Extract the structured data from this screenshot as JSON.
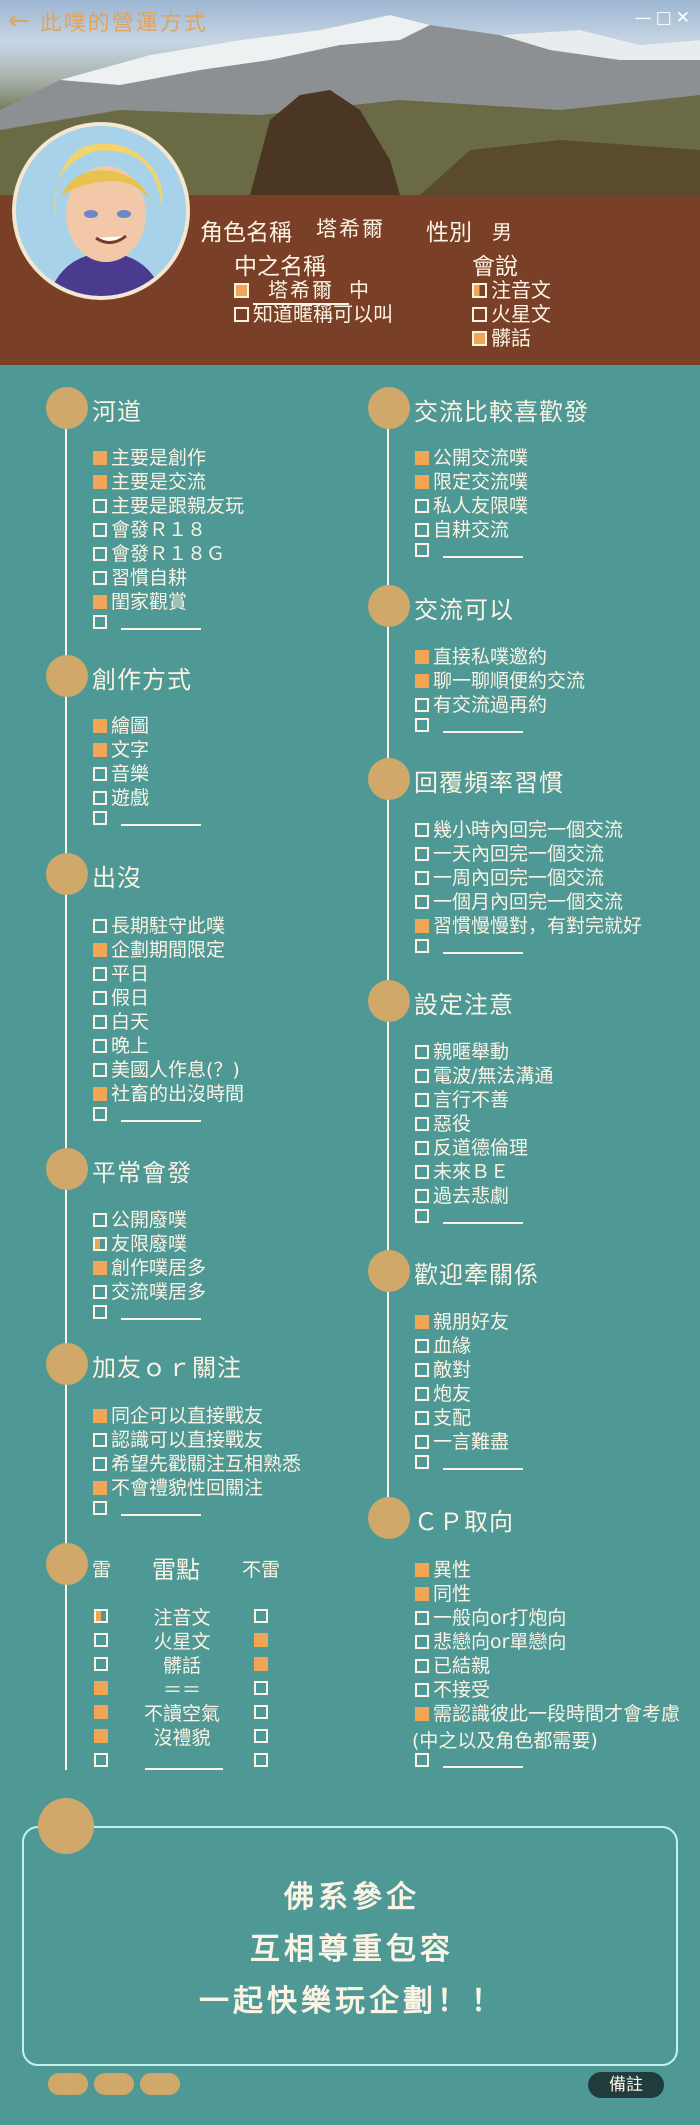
{
  "app_title": "此噗的營運方式",
  "window_controls": [
    "—",
    "□",
    "✕"
  ],
  "profile": {
    "name_label": "角色名稱",
    "name_value": "塔希爾",
    "gender_label": "性別",
    "gender_value": "男",
    "cn_label": "中之名稱",
    "cn_value": "塔希爾",
    "cn_suffix": "中",
    "cn_option2": "知道暱稱可以叫",
    "lang_label": "會說",
    "lang_opt1": "注音文",
    "lang_opt2": "火星文",
    "lang_opt3": "髒話"
  },
  "left": {
    "sec1": {
      "title": "河道",
      "i1": "主要是創作",
      "i2": "主要是交流",
      "i3": "主要是跟親友玩",
      "i4": "會發Ｒ１８",
      "i5": "會發Ｒ１８Ｇ",
      "i6": "習慣自耕",
      "i7": "閨家觀賞"
    },
    "sec2": {
      "title": "創作方式",
      "i1": "繪圖",
      "i2": "文字",
      "i3": "音樂",
      "i4": "遊戲"
    },
    "sec3": {
      "title": "出沒",
      "i1": "長期駐守此噗",
      "i2": "企劃期間限定",
      "i3": "平日",
      "i4": "假日",
      "i5": "白天",
      "i6": "晚上",
      "i7": "美國人作息(？)",
      "i8": "社畜的出沒時間"
    },
    "sec4": {
      "title": "平常會發",
      "i1": "公開廢噗",
      "i2": "友限廢噗",
      "i3": "創作噗居多",
      "i4": "交流噗居多"
    },
    "sec5": {
      "title": "加友ｏｒ關注",
      "i1": "同企可以直接戰友",
      "i2": "認識可以直接戰友",
      "i3": "希望先戳關注互相熟悉",
      "i4": "不會禮貌性回關注"
    },
    "mine": {
      "col_left": "雷",
      "col_mid": "雷點",
      "col_right": "不雷",
      "r1": "注音文",
      "r2": "火星文",
      "r3": "髒話",
      "r4": "＝＝",
      "r5": "不讀空氣",
      "r6": "沒禮貌"
    }
  },
  "right": {
    "sec1": {
      "title": "交流比較喜歡發",
      "i1": "公開交流噗",
      "i2": "限定交流噗",
      "i3": "私人友限噗",
      "i4": "自耕交流"
    },
    "sec2": {
      "title": "交流可以",
      "i1": "直接私噗邀約",
      "i2": "聊一聊順便約交流",
      "i3": "有交流過再約"
    },
    "sec3": {
      "title": "回覆頻率習慣",
      "i1": "幾小時內回完一個交流",
      "i2": "一天內回完一個交流",
      "i3": "一周內回完一個交流",
      "i4": "一個月內回完一個交流",
      "i5": "習慣慢慢對，有對完就好"
    },
    "sec4": {
      "title": "設定注意",
      "i1": "親暱舉動",
      "i2": "電波/無法溝通",
      "i3": "言行不善",
      "i4": "惡役",
      "i5": "反道德倫理",
      "i6": "未來ＢＥ",
      "i7": "過去悲劇"
    },
    "sec5": {
      "title": "歡迎牽關係",
      "i1": "親朋好友",
      "i2": "血緣",
      "i3": "敵對",
      "i4": "炮友",
      "i5": "支配",
      "i6": "一言難盡"
    },
    "sec6": {
      "title": "ＣＰ取向",
      "i1": "異性",
      "i2": "同性",
      "i3": "一般向or打炮向",
      "i4": "悲戀向or單戀向",
      "i5": "已結親",
      "i6": "不接受",
      "i7": "需認識彼此一段時間才會考慮",
      "i8": "(中之以及角色都需要)"
    }
  },
  "remark": {
    "line1": "佛系參企",
    "line2": "互相尊重包容",
    "line3": "一起快樂玩企劃！！"
  },
  "footer": {
    "note_button": "備註"
  },
  "colors": {
    "background": "#4e9896",
    "accent": "#f0a655",
    "dot": "#d0a86a",
    "band": "#7a3f27"
  }
}
